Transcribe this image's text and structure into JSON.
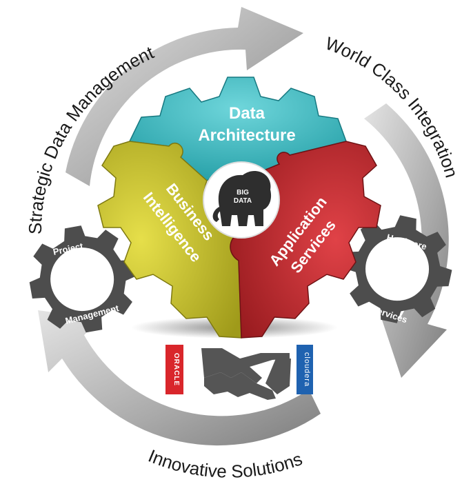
{
  "arc_labels": {
    "strategic": "Strategic Data Management",
    "world_class": "World Class Integration",
    "innovative": "Innovative Solutions"
  },
  "segments": {
    "data_architecture": {
      "line1": "Data",
      "line2": "Architecture",
      "color": "#2fb8c0"
    },
    "business_intelligence": {
      "line1": "Business",
      "line2": "Intelligence",
      "color": "#c9c22a"
    },
    "application_services": {
      "line1": "Application",
      "line2": "Services",
      "color": "#c8262b"
    }
  },
  "center": {
    "line1": "BIG",
    "line2": "DATA"
  },
  "left_gear": {
    "top_label": "Project",
    "bottom_label": "Management",
    "color": "#4d4d4d"
  },
  "right_gear": {
    "top_label": "Hardware",
    "bottom_label": "Services",
    "color": "#4d4d4d"
  },
  "logos": {
    "oracle": "ORACLE",
    "cloudera": "cloudera"
  },
  "colors": {
    "arrow_gray": "#b9b9b9",
    "handshake": "#555555",
    "oracle_red": "#d9262b",
    "cloudera_blue": "#1f62b0"
  }
}
